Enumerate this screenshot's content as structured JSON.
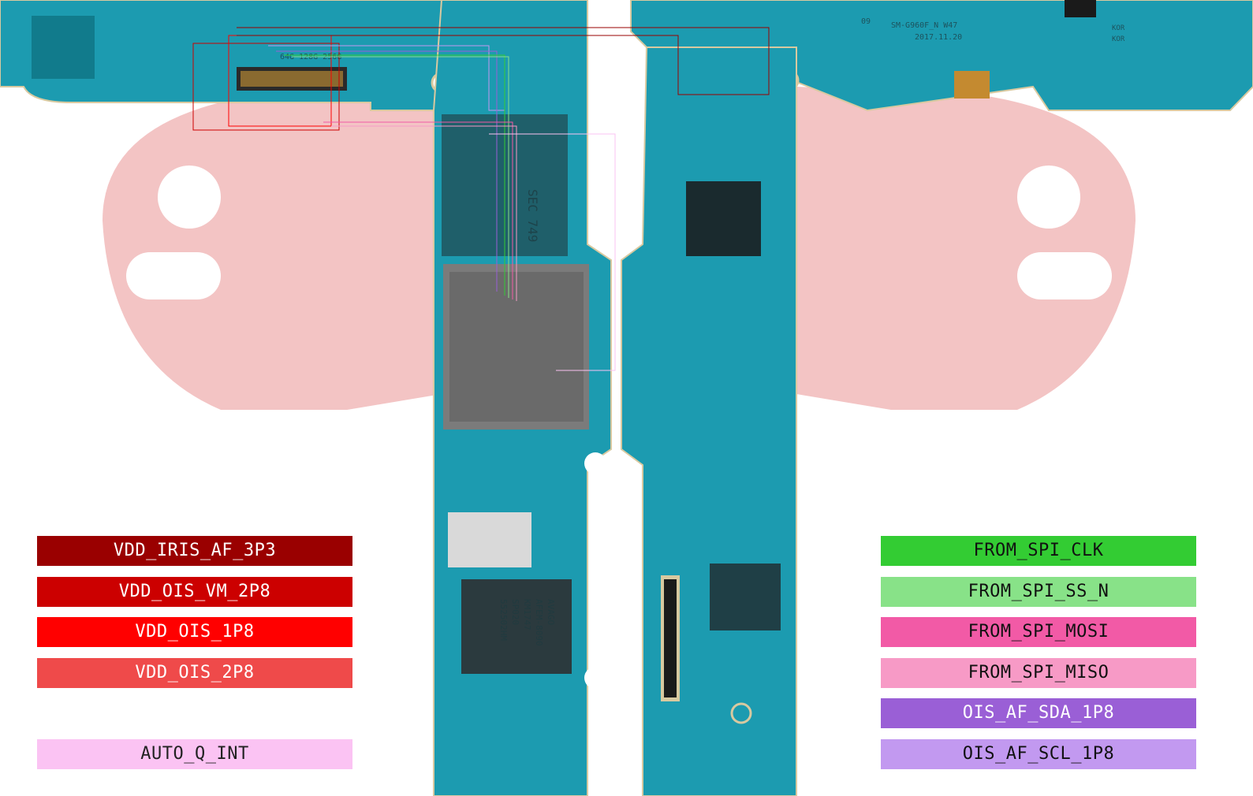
{
  "board": {
    "markings": {
      "model": "SM-G960F_N W47",
      "date": "2017.11.20",
      "board_number": "09",
      "memory": "64G 128G 256G",
      "memory_chip": "SEC 749",
      "rf_chip_1": "AVAGO",
      "rf_chip_2": "AFEM-8090",
      "rf_chip_3": "KM1747",
      "rf_chip_4": "SP020",
      "rf_chip_5": "552502HM",
      "kor_1": "KOR",
      "kor_2": "KOR"
    }
  },
  "legend_left": [
    {
      "label": "VDD_IRIS_AF_3P3",
      "bg": "#9a0000",
      "fg": "#ffffff"
    },
    {
      "label": "VDD_OIS_VM_2P8",
      "bg": "#cc0000",
      "fg": "#ffffff"
    },
    {
      "label": "VDD_OIS_1P8",
      "bg": "#ff0000",
      "fg": "#ffffff"
    },
    {
      "label": "VDD_OIS_2P8",
      "bg": "#ef4a4a",
      "fg": "#ffffff"
    },
    {
      "label": "AUTO_Q_INT",
      "bg": "#fbc3f3",
      "fg": "#222222"
    }
  ],
  "legend_right": [
    {
      "label": "FROM_SPI_CLK",
      "bg": "#33cc33",
      "fg": "#111111"
    },
    {
      "label": "FROM_SPI_SS_N",
      "bg": "#88e288",
      "fg": "#111111"
    },
    {
      "label": "FROM_SPI_MOSI",
      "bg": "#f25aa6",
      "fg": "#111111"
    },
    {
      "label": "FROM_SPI_MISO",
      "bg": "#f79ac6",
      "fg": "#111111"
    },
    {
      "label": "OIS_AF_SDA_1P8",
      "bg": "#9a5fd6",
      "fg": "#ffffff"
    },
    {
      "label": "OIS_AF_SCL_1P8",
      "bg": "#c299f0",
      "fg": "#111111"
    }
  ],
  "colors": {
    "pcb": "#1c9bb0",
    "pcb_dark": "#117b8c",
    "pcb_edge": "#d8c9a0",
    "watermark": "#f3c4c4"
  }
}
